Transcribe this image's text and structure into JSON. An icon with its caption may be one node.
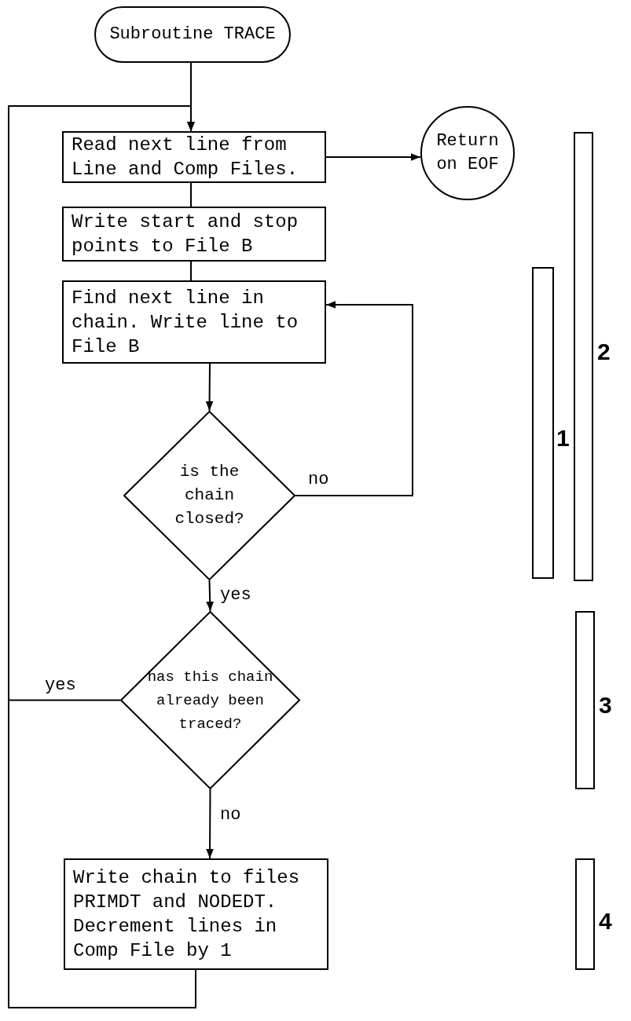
{
  "diagram": {
    "nodes": [
      {
        "text": [
          "Subroutine TRACE"
        ]
      },
      {
        "text": [
          "Read next line from Line and Comp Files."
        ]
      },
      {
        "text": [
          "Return on EOF"
        ]
      },
      {
        "text": [
          "Write start and stop points to File B"
        ]
      },
      {
        "text": [
          "Find next line in chain. Write line to File B"
        ]
      },
      {
        "text": [
          "is the chain closed?"
        ]
      },
      {
        "text": [
          "has this chain already been traced?"
        ]
      },
      {
        "text": [
          "Write chain to files PRIMDT and NODEDT. Decrement lines in Comp File by 1"
        ]
      },
      {
        "text": [],
        "shape": "bar",
        "beside": [
          "1"
        ]
      },
      {
        "text": [],
        "shape": "bar",
        "beside": [
          "2"
        ]
      },
      {
        "text": [],
        "shape": "bar",
        "beside": [
          "3"
        ]
      },
      {
        "text": [],
        "shape": "bar",
        "beside": [
          "4"
        ]
      }
    ],
    "edges": [
      {
        "from": 0,
        "to": 1,
        "arrow": "to"
      },
      {
        "from": 1,
        "to": 2,
        "arrow": "to"
      },
      {
        "from": 1,
        "to": 3,
        "arrow": "none"
      },
      {
        "from": 3,
        "to": 4,
        "arrow": "none"
      },
      {
        "from": 4,
        "to": 5,
        "arrow": "to"
      },
      {
        "from": 5,
        "to": 4,
        "arrow": "to",
        "label": "no"
      },
      {
        "from": 5,
        "to": 6,
        "arrow": "to",
        "label": "yes"
      },
      {
        "from": 6,
        "to": 1,
        "arrow": "to",
        "label": "yes"
      },
      {
        "from": 6,
        "to": 7,
        "arrow": "to",
        "label": "no"
      },
      {
        "from": 7,
        "to": 1,
        "arrow": "to"
      }
    ]
  }
}
